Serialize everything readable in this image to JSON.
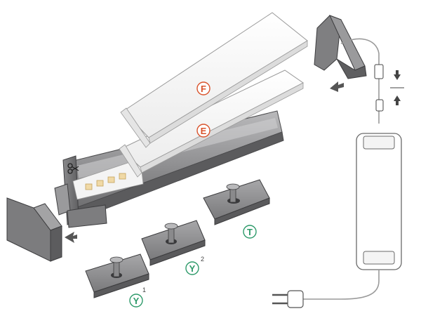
{
  "labels": {
    "cover_top": "F",
    "cover_bottom": "E",
    "clip_t": "T",
    "clip_y2": "Y",
    "clip_y2_index": "2",
    "clip_y1": "Y",
    "clip_y1_index": "1"
  },
  "colors": {
    "label_orange": "#d9532c",
    "label_green": "#2e9a6a",
    "aluminium": "#8e8e90",
    "aluminium_dark": "#5a5a5c",
    "cover_white": "#ffffff",
    "arrow_dark": "#555555"
  },
  "icons": [
    "scissors-icon",
    "led-chip-icon",
    "screw-icon",
    "power-plug-icon",
    "arrow-icon"
  ]
}
